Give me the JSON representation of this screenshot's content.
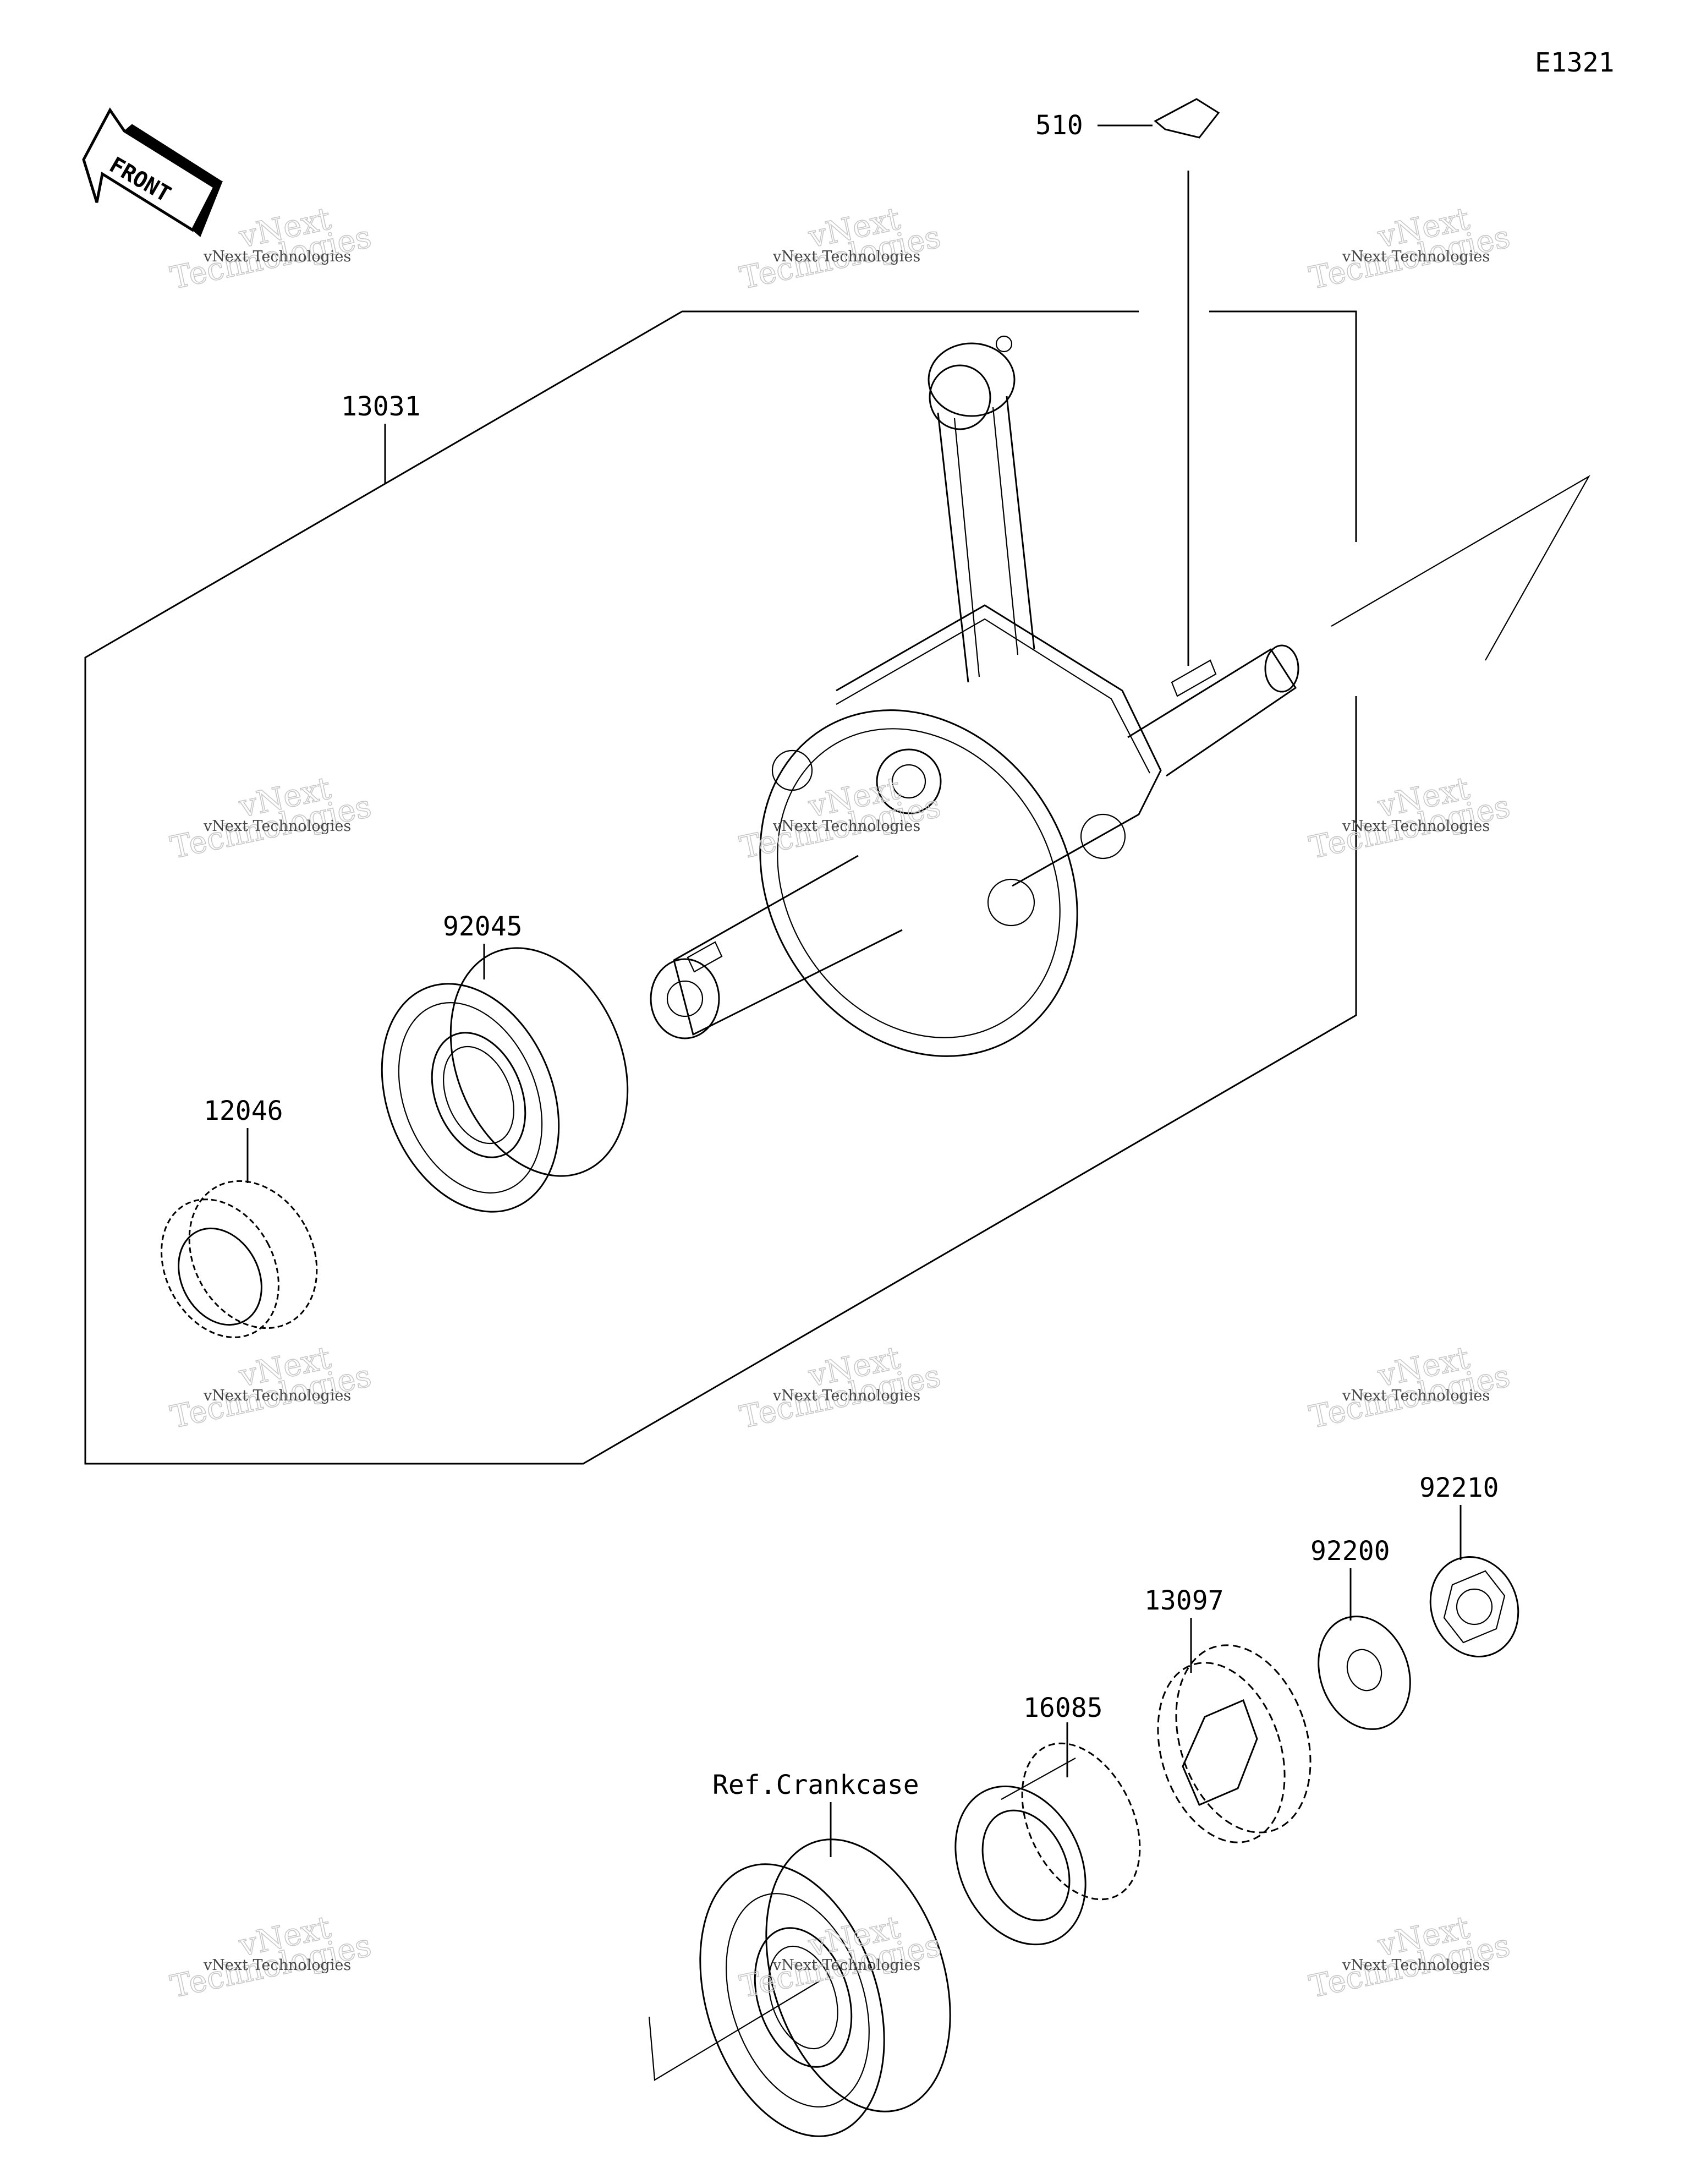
{
  "diagram_code": "E1321",
  "direction_arrow": {
    "text": "FRONT",
    "icon": "front-arrow-icon"
  },
  "assembly_group": {
    "part_number": "13031"
  },
  "parts": [
    {
      "id": "key",
      "part_number": "510"
    },
    {
      "id": "bearing",
      "part_number": "92045"
    },
    {
      "id": "crank-gear",
      "part_number": "12046"
    },
    {
      "id": "nut",
      "part_number": "92210"
    },
    {
      "id": "washer",
      "part_number": "92200"
    },
    {
      "id": "balancer-gear",
      "part_number": "13097"
    },
    {
      "id": "collar-gear",
      "part_number": "16085"
    },
    {
      "id": "crankcase-bearing",
      "part_number": "Ref.Crankcase"
    }
  ],
  "watermark": {
    "line1": "vNext Technologies",
    "line2": "vNext",
    "line3": "Technologies"
  }
}
